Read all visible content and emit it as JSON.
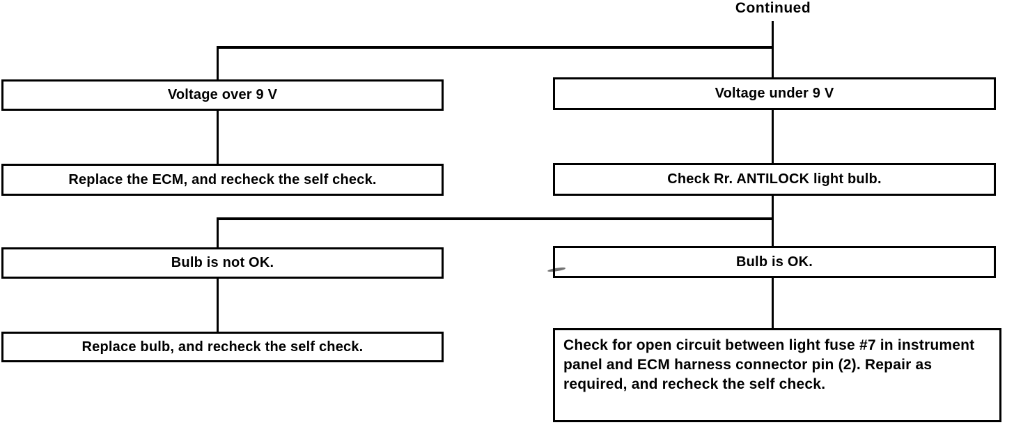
{
  "flowchart": {
    "continued_label": "Continued",
    "nodes": {
      "voltage_over": "Voltage over 9 V",
      "replace_ecm": "Replace the ECM, and recheck the self check.",
      "voltage_under": "Voltage under 9 V",
      "check_bulb": "Check Rr. ANTILOCK light bulb.",
      "bulb_not_ok": "Bulb is not OK.",
      "replace_bulb": "Replace bulb, and recheck the self check.",
      "bulb_ok": "Bulb is OK.",
      "check_open_circuit": "Check for open circuit between light fuse #7 in instrument panel and ECM harness connector pin (2). Repair as required, and recheck the self check."
    },
    "colors": {
      "line": "#000000",
      "background": "#ffffff",
      "text": "#000000"
    }
  }
}
